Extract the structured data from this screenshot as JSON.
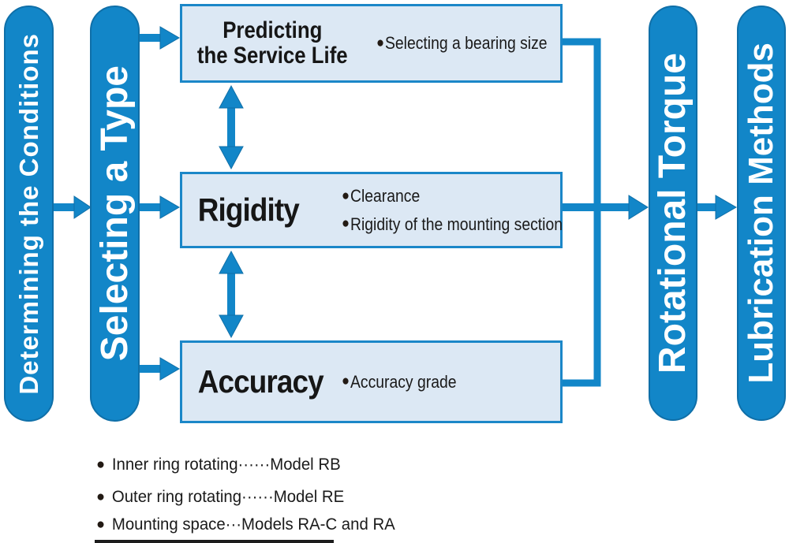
{
  "palette": {
    "blue": "#1286c8",
    "blue_dark": "#0f6fa8",
    "box_fill": "#dce8f4",
    "box_border": "#1b87c8",
    "text": "#1a1a1a",
    "pill_text": "#ffffff"
  },
  "glyphs": {
    "bullet": "●"
  },
  "pills": {
    "determining": "Determining the Conditions",
    "selecting": "Selecting a Type",
    "rotational": "Rotational Torque",
    "lubrication": "Lubrication Methods"
  },
  "boxes": [
    {
      "title_line1": "Predicting",
      "title_line2": "the Service Life",
      "bullets": [
        "Selecting a bearing size"
      ]
    },
    {
      "title": "Rigidity",
      "bullets": [
        "Clearance",
        "Rigidity of the mounting section"
      ]
    },
    {
      "title": "Accuracy",
      "bullets": [
        "Accuracy grade"
      ]
    }
  ],
  "legend": {
    "items": [
      "Inner ring rotating······Model RB",
      "Outer ring rotating······Model RE",
      "Mounting space···Models RA-C and RA"
    ]
  }
}
